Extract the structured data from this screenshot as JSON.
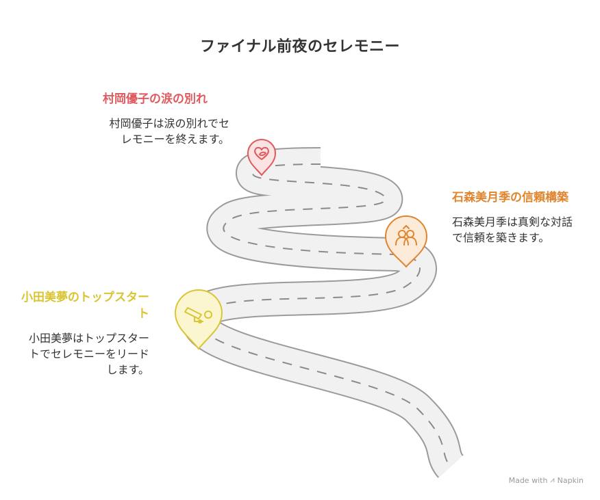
{
  "title": "ファイナル前夜のセレモニー",
  "milestones": [
    {
      "heading": "村岡優子の涙の別れ",
      "text": "村岡優子は涙の別れでセレモニーを終えます。",
      "color": "#e0595e",
      "fill": "#fbe3e3",
      "icon": "heart-leaf-icon"
    },
    {
      "heading": "石森美月季の信頼構築",
      "text": "石森美月季は真剣な対話で信頼を築きます。",
      "color": "#e0852e",
      "fill": "#fcebd9",
      "icon": "two-people-icon"
    },
    {
      "heading": "小田美夢のトップスタート",
      "text": "小田美夢はトップスタートでセレモニーをリードします。",
      "color": "#d8c531",
      "fill": "#fbf6d0",
      "icon": "telescope-icon"
    }
  ],
  "road": {
    "fill": "#f1f1f1",
    "edge": "#9a9a9a",
    "dash": "#8a8a8a"
  },
  "footer": {
    "made_with": "Made with",
    "brand": "Napkin"
  }
}
